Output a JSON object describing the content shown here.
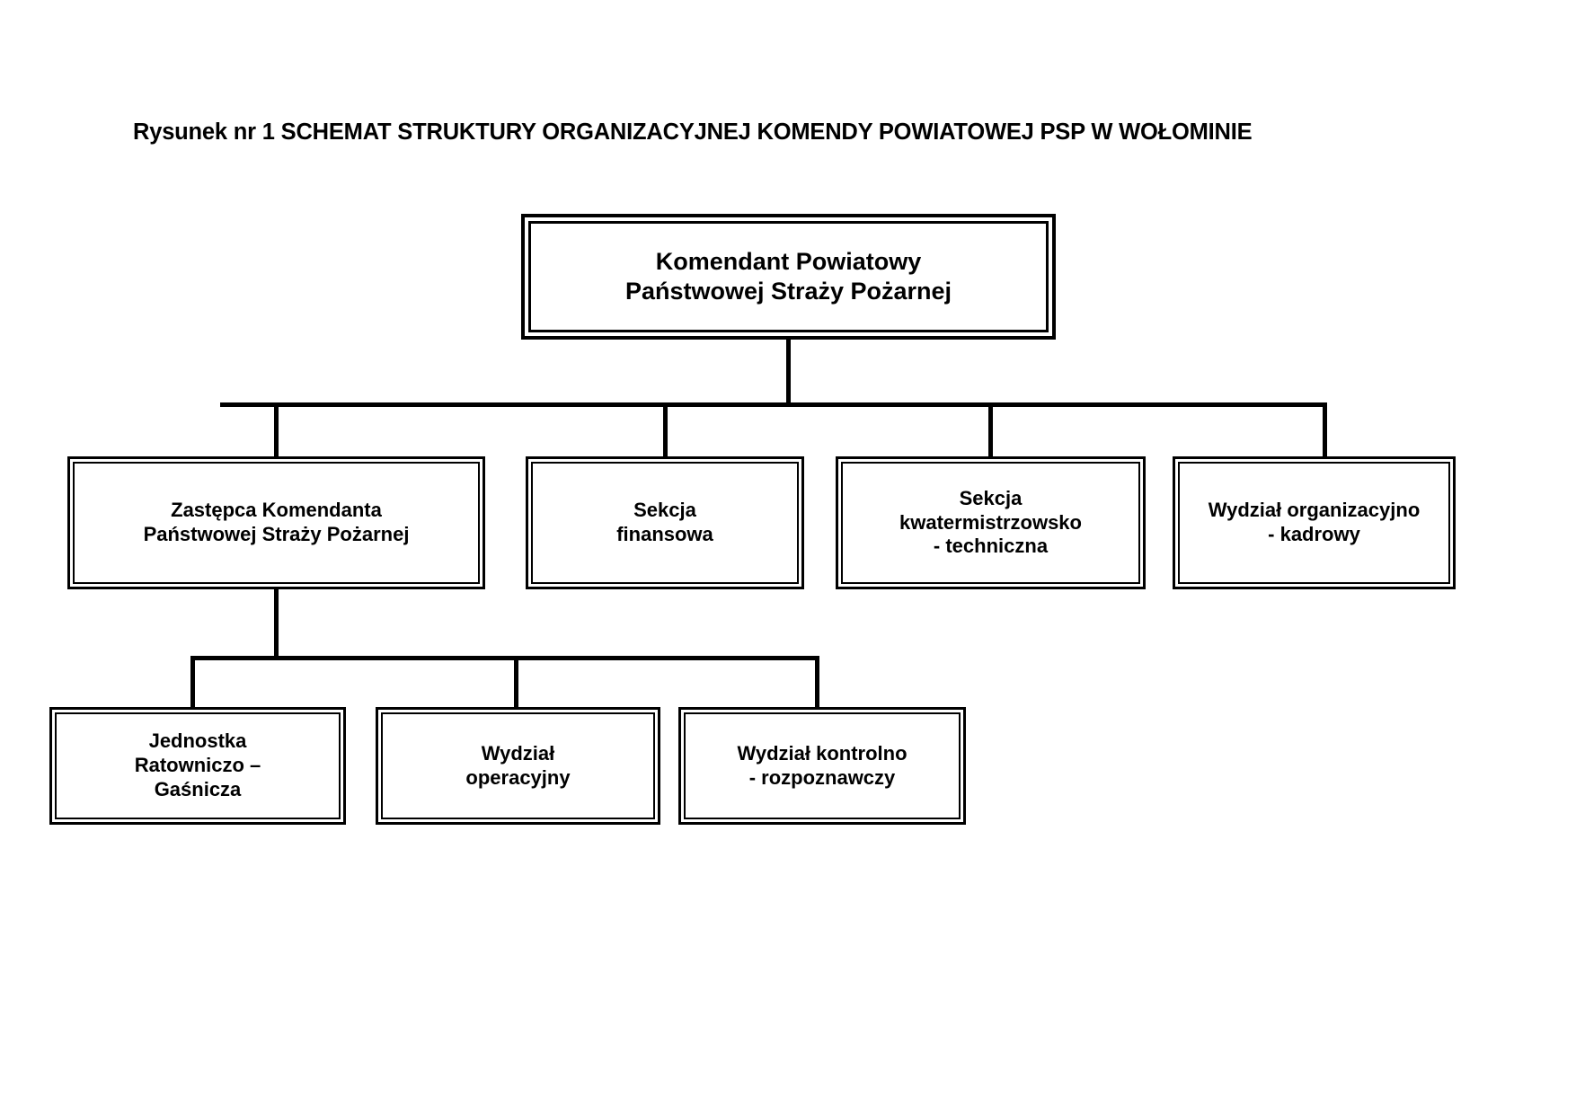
{
  "title": "Rysunek nr 1 SCHEMAT STRUKTURY ORGANIZACYJNEJ KOMENDY POWIATOWEJ PSP W WOŁOMINIE",
  "colors": {
    "background": "#ffffff",
    "line": "#000000",
    "text": "#000000"
  },
  "chart_data": {
    "type": "diagram",
    "diagram_type": "organizational-chart",
    "title": "Rysunek nr 1 SCHEMAT STRUKTURY ORGANIZACYJNEJ KOMENDY POWIATOWEJ PSP W WOŁOMINIE",
    "orientation": "top-down",
    "nodes": [
      {
        "id": "root",
        "level": 1,
        "label": "Komendant Powiatowy\nPaństwowej Straży Pożarnej",
        "parent": null
      },
      {
        "id": "deputy",
        "level": 2,
        "label": "Zastępca Komendanta\nPaństwowej Straży Pożarnej",
        "parent": "root"
      },
      {
        "id": "finance",
        "level": 2,
        "label": "Sekcja\nfinansowa",
        "parent": "root"
      },
      {
        "id": "quartermaster",
        "level": 2,
        "label": "Sekcja\nkwatermistrzowsko\n- techniczna",
        "parent": "root"
      },
      {
        "id": "org-hr",
        "level": 2,
        "label": "Wydział organizacyjno\n- kadrowy",
        "parent": "root"
      },
      {
        "id": "rescue-unit",
        "level": 3,
        "label": "Jednostka\nRatowniczo –\nGaśnicza",
        "parent": "deputy"
      },
      {
        "id": "operations",
        "level": 3,
        "label": "Wydział\noperacyjny",
        "parent": "deputy"
      },
      {
        "id": "inspection",
        "level": 3,
        "label": "Wydział kontrolno\n- rozpoznawczy",
        "parent": "deputy"
      }
    ],
    "edges": [
      {
        "from": "root",
        "to": "deputy"
      },
      {
        "from": "root",
        "to": "finance"
      },
      {
        "from": "root",
        "to": "quartermaster"
      },
      {
        "from": "root",
        "to": "org-hr"
      },
      {
        "from": "deputy",
        "to": "rescue-unit"
      },
      {
        "from": "deputy",
        "to": "operations"
      },
      {
        "from": "deputy",
        "to": "inspection"
      }
    ]
  },
  "nodes": {
    "root": {
      "label": "Komendant Powiatowy\nPaństwowej Straży Pożarnej"
    },
    "deputy": {
      "label": "Zastępca Komendanta\nPaństwowej Straży Pożarnej"
    },
    "finance": {
      "label": "Sekcja\nfinansowa"
    },
    "quartermaster": {
      "label": "Sekcja\nkwatermistrzowsko\n- techniczna"
    },
    "orgHr": {
      "label": "Wydział organizacyjno\n- kadrowy"
    },
    "rescueUnit": {
      "label": "Jednostka\nRatowniczo –\nGaśnicza"
    },
    "operations": {
      "label": "Wydział\noperacyjny"
    },
    "inspection": {
      "label": "Wydział kontrolno\n- rozpoznawczy"
    }
  }
}
